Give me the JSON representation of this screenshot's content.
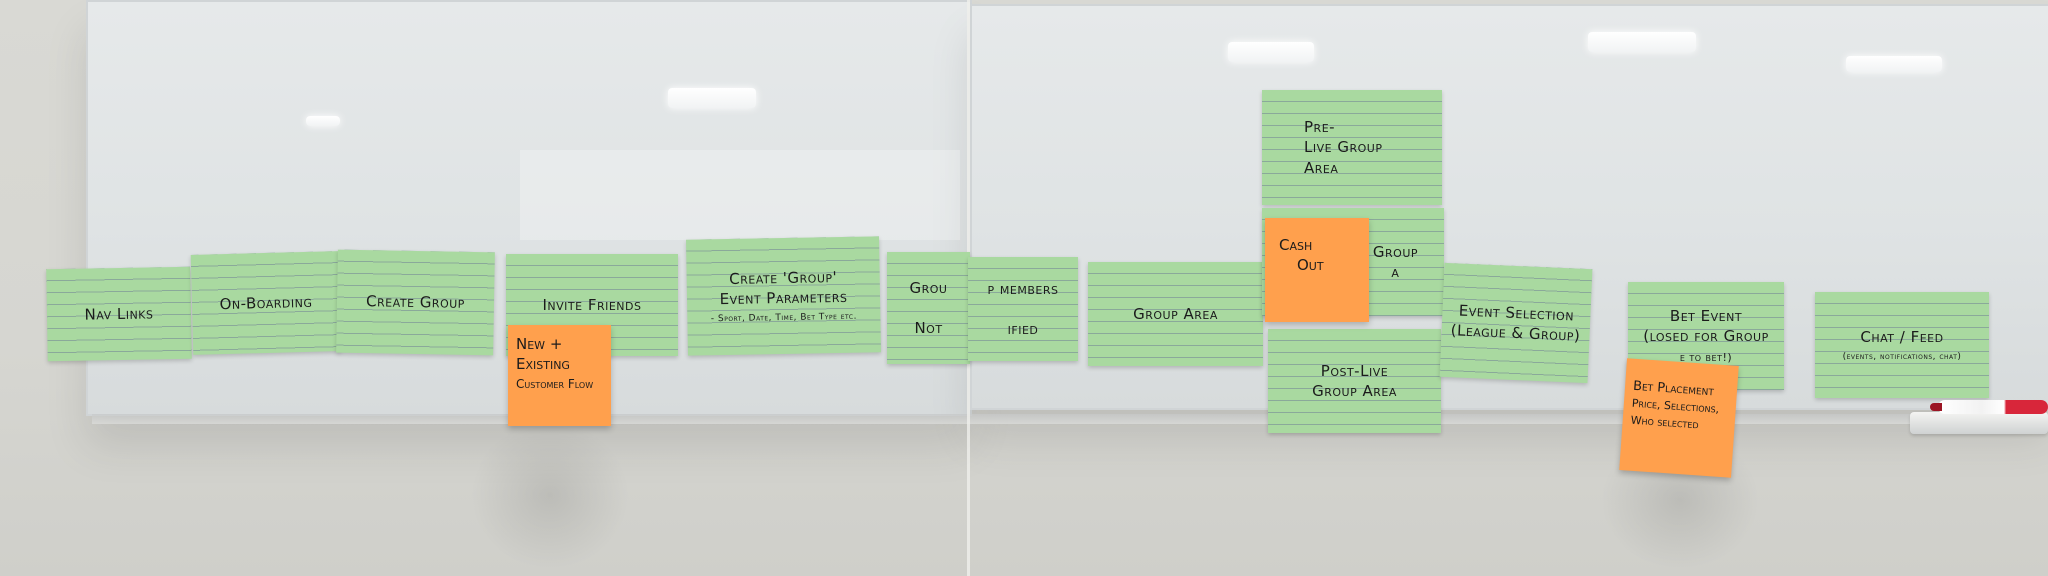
{
  "cards": [
    {
      "id": "nav-links",
      "text": "Nav Links"
    },
    {
      "id": "on-boarding",
      "text": "On-Boarding"
    },
    {
      "id": "create-group",
      "text": "Create Group"
    },
    {
      "id": "invite-friends",
      "text": "Invite Friends"
    },
    {
      "id": "create-group-event",
      "line1": "Create 'Group'",
      "line2": "Event Parameters",
      "line3": "- Sport, Date, Time, Bet Type etc."
    },
    {
      "id": "group-notified",
      "line1": "Grou",
      "line2": "Not"
    },
    {
      "id": "members-notified",
      "line1": "p members",
      "line2": "ified"
    },
    {
      "id": "group-area",
      "text": "Group Area"
    },
    {
      "id": "pre-live",
      "line1": "Pre-",
      "line2": "Live Group",
      "line3": "Area"
    },
    {
      "id": "live-group",
      "line1": "Group",
      "line2": "a"
    },
    {
      "id": "post-live",
      "line1": "Post-Live",
      "line2": "Group Area"
    },
    {
      "id": "event-selection",
      "line1": "Event Selection",
      "line2": "(League & Group)"
    },
    {
      "id": "bet-event",
      "line1": "Bet Event",
      "line2": "(losed for Group",
      "line3": "e to bet!)"
    },
    {
      "id": "chat-feed",
      "line1": "Chat / Feed",
      "line2": "(events, notifications, chat)"
    }
  ],
  "stickies": [
    {
      "id": "new-existing",
      "line1": "New +",
      "line2": "Existing",
      "line3": "Customer Flow"
    },
    {
      "id": "cash-out",
      "line1": "Cash",
      "line2": "Out"
    },
    {
      "id": "bet-placement",
      "line1": "Bet Placement",
      "line2": "Price, Selections,",
      "line3": "Who selected"
    }
  ],
  "colors": {
    "card": "#a9d9a0",
    "sticky": "#ffa04d",
    "board": "#e2e5e6",
    "wall": "#d8d8d3"
  }
}
